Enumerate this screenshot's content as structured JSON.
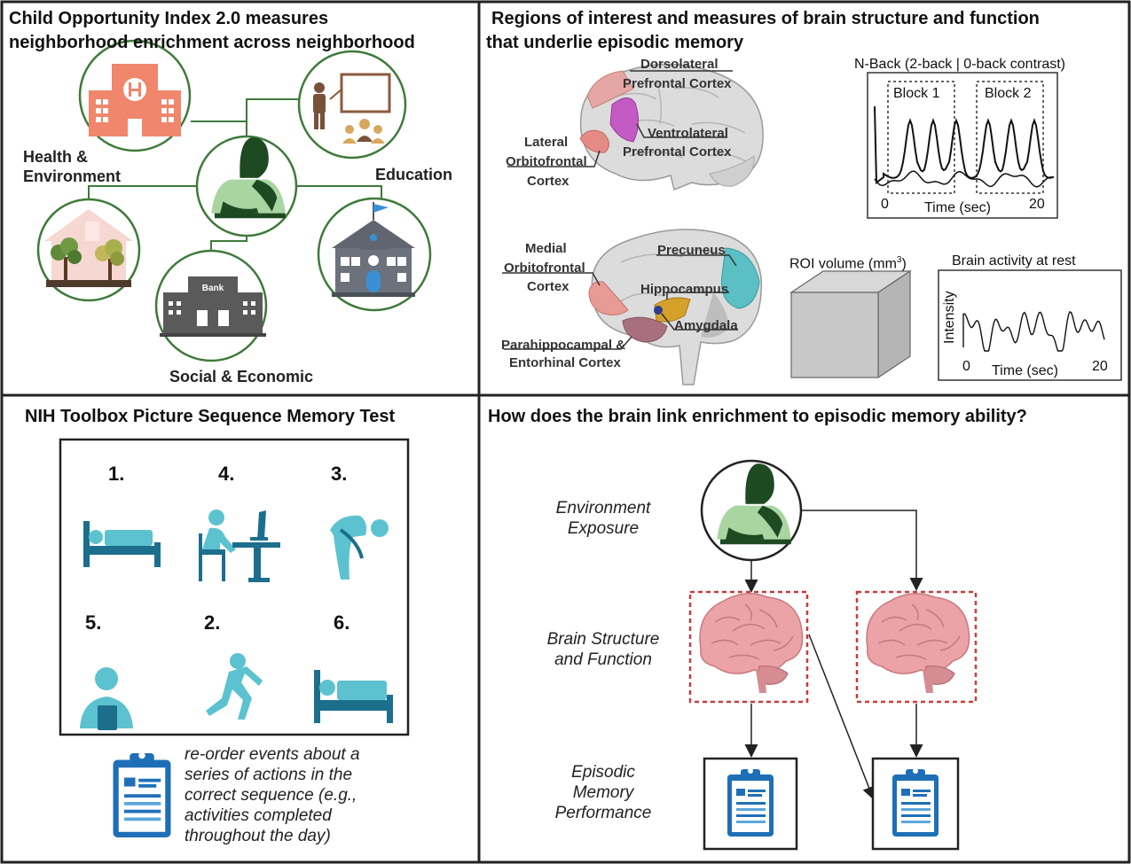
{
  "panel1": {
    "title_line1": "Child Opportunity Index 2.0 measures",
    "title_line2": "neighborhood enrichment across neighborhood",
    "health_label_line1": "Health &",
    "health_label_line2": "Environment",
    "education_label": "Education",
    "social_label": "Social & Economic",
    "bank_sign": "Bank"
  },
  "panel2": {
    "title_line1": "Regions of interest and measures of brain  structure and function",
    "title_line2": "that underlie episodic memory",
    "dlpfc_line1": "Dorsolateral",
    "dlpfc_line2": "Prefrontal Cortex",
    "vlpfc_line1": "Ventrolateral",
    "vlpfc_line2": "Prefrontal Cortex",
    "lofc_line1": "Lateral",
    "lofc_line2": "Orbitofrontal",
    "lofc_line3": "Cortex",
    "mofc_line1": "Medial",
    "mofc_line2": "Orbitofrontal",
    "mofc_line3": "Cortex",
    "precuneus": "Precuneus",
    "hippocampus": "Hippocampus",
    "amygdala": "Amygdala",
    "parahipp_line1": "Parahippocampal &",
    "parahipp_line2": "Entorhinal Cortex",
    "nback_title": "N-Back (2-back | 0-back contrast)",
    "block1": "Block 1",
    "block2": "Block 2",
    "nback_xlabel": "Time (sec)",
    "nback_x0": "0",
    "nback_x1": "20",
    "roi_label": "ROI volume (mm",
    "roi_sup": "3",
    "roi_close": ")",
    "rest_title": "Brain activity at rest",
    "rest_ylabel": "Intensity",
    "rest_xlabel": "Time (sec)",
    "rest_x0": "0",
    "rest_x1": "20"
  },
  "panel3": {
    "title": "NIH Toolbox Picture Sequence Memory Test",
    "numbers": [
      "1.",
      "4.",
      "3.",
      "5.",
      "2.",
      "6."
    ],
    "caption_lines": [
      "re-order events about a",
      "series of actions in the",
      "correct sequence (e.g.,",
      "activities completed",
      "throughout the day)"
    ]
  },
  "panel4": {
    "title": "How does the brain link enrichment  to episodic memory ability?",
    "env_line1": "Environment",
    "env_line2": "Exposure",
    "brain_line1": "Brain Structure",
    "brain_line2": "and Function",
    "mem_line1": "Episodic",
    "mem_line2": "Memory",
    "mem_line3": "Performance"
  },
  "colors": {
    "hospital": "#F0866B",
    "ring": "#3E7A3A",
    "person_dark": "#1E4A22",
    "person_shirt": "#A8D5A0",
    "teal_dark": "#1C6F8C",
    "teal_light": "#5CC2CF",
    "brain_pink": "#E8A0A6",
    "dashed_red": "#C83C3C",
    "clipboard_blue": "#1F6FB8"
  }
}
